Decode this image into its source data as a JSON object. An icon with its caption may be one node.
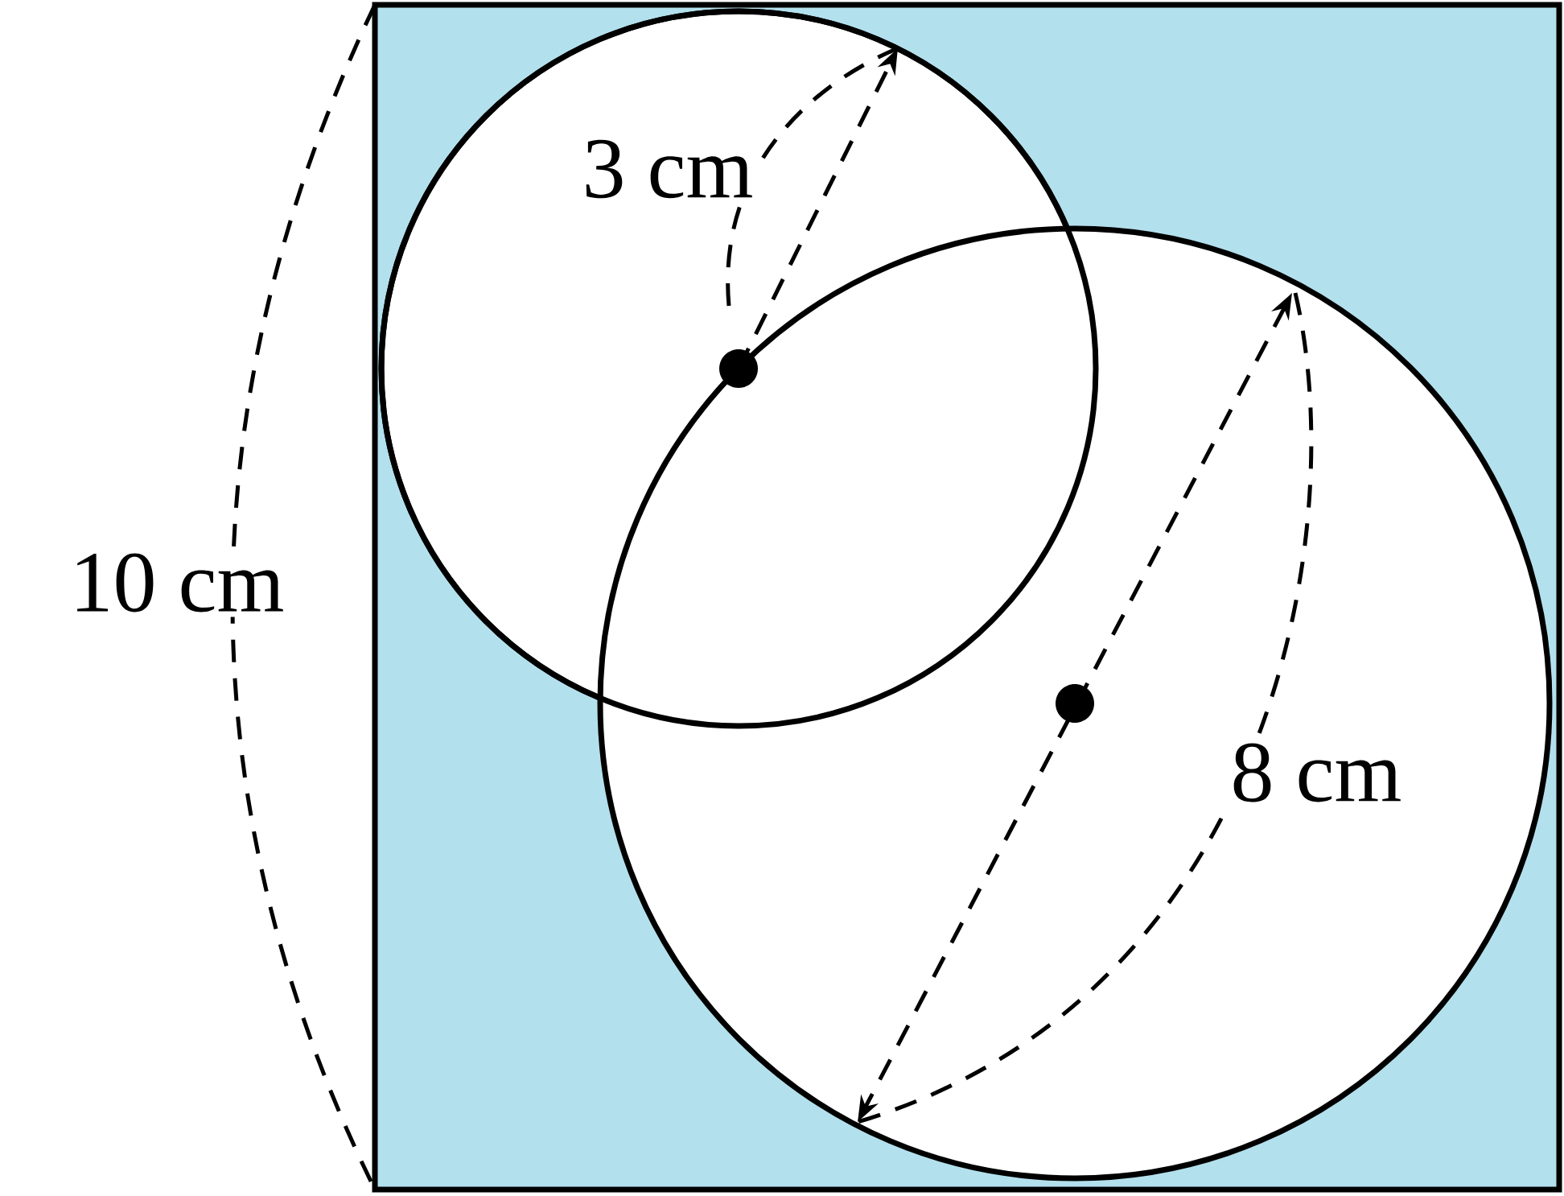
{
  "diagram": {
    "labels": [
      "3 cm",
      "10 cm",
      "8 cm"
    ]
  }
}
